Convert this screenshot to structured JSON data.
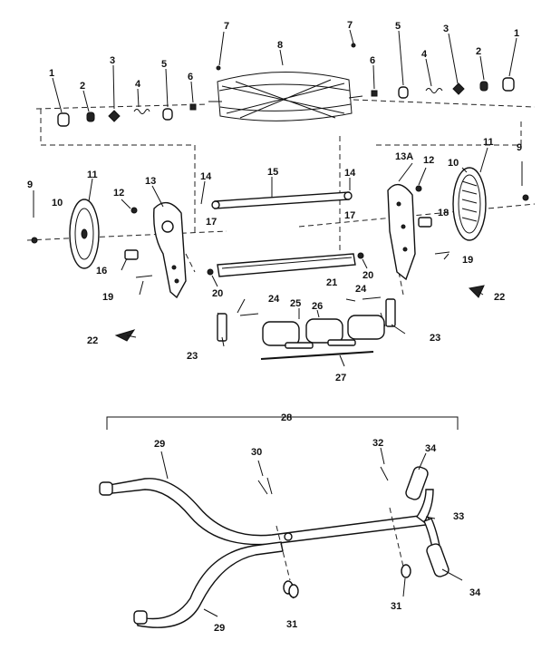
{
  "diagram": {
    "labels": {
      "l1a": "1",
      "l2a": "2",
      "l3a": "3",
      "l4a": "4",
      "l5a": "5",
      "l6a": "6",
      "l7a": "7",
      "l8": "8",
      "l7b": "7",
      "l6b": "6",
      "l5b": "5",
      "l4b": "4",
      "l3b": "3",
      "l2b": "2",
      "l1b": "1",
      "l9a": "9",
      "l11a": "11",
      "l10a": "10",
      "l12a": "12",
      "l13": "13",
      "l14a": "14",
      "l17a": "17",
      "l15": "15",
      "l14b": "14",
      "l17b": "17",
      "l13a": "13A",
      "l12b": "12",
      "l10b": "10",
      "l11b": "11",
      "l9b": "9",
      "l18": "18",
      "l16": "16",
      "l19a": "19",
      "l20a": "20",
      "l21": "21",
      "l20b": "20",
      "l19b": "19",
      "l22a": "22",
      "l22b": "22",
      "l24a": "24",
      "l25": "25",
      "l26": "26",
      "l24b": "24",
      "l23a": "23",
      "l23b": "23",
      "l27": "27",
      "l28": "28",
      "l29a": "29",
      "l30": "30",
      "l32": "32",
      "l34a": "34",
      "l33": "33",
      "l31a": "31",
      "l34b": "34",
      "l31b": "31",
      "l29b": "29"
    }
  }
}
